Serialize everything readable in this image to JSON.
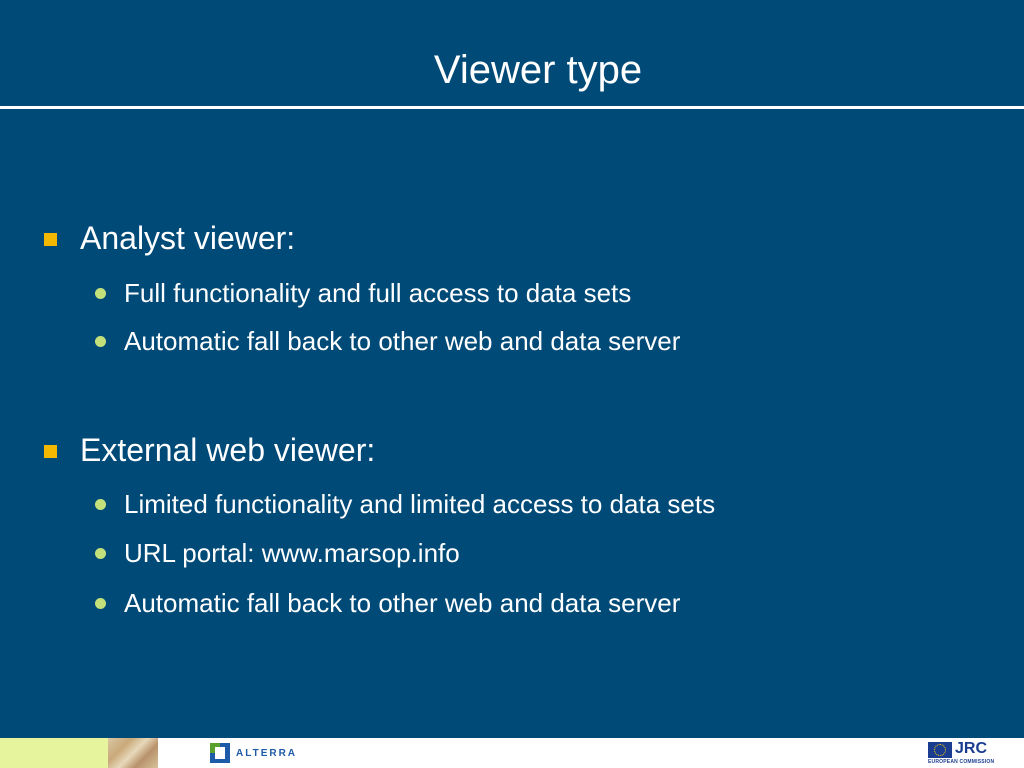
{
  "slide": {
    "title": "Viewer type",
    "sections": [
      {
        "heading": "Analyst viewer:",
        "items": [
          "Full functionality and full access to data sets",
          "Automatic fall back to other web and data server"
        ]
      },
      {
        "heading": "External web viewer:",
        "items": [
          "Limited functionality and limited access to data sets",
          "URL portal: www.marsop.info",
          "Automatic fall back to other web and data server"
        ]
      }
    ]
  },
  "footer": {
    "alterra_logo_text": "ALTERRA",
    "jrc_logo_text": "JRC",
    "ec_text": "EUROPEAN COMMISSION"
  },
  "colors": {
    "background": "#004a78",
    "text": "#ffffff",
    "level1_bullet": "#f5b800",
    "level2_bullet": "#c4e07a"
  }
}
